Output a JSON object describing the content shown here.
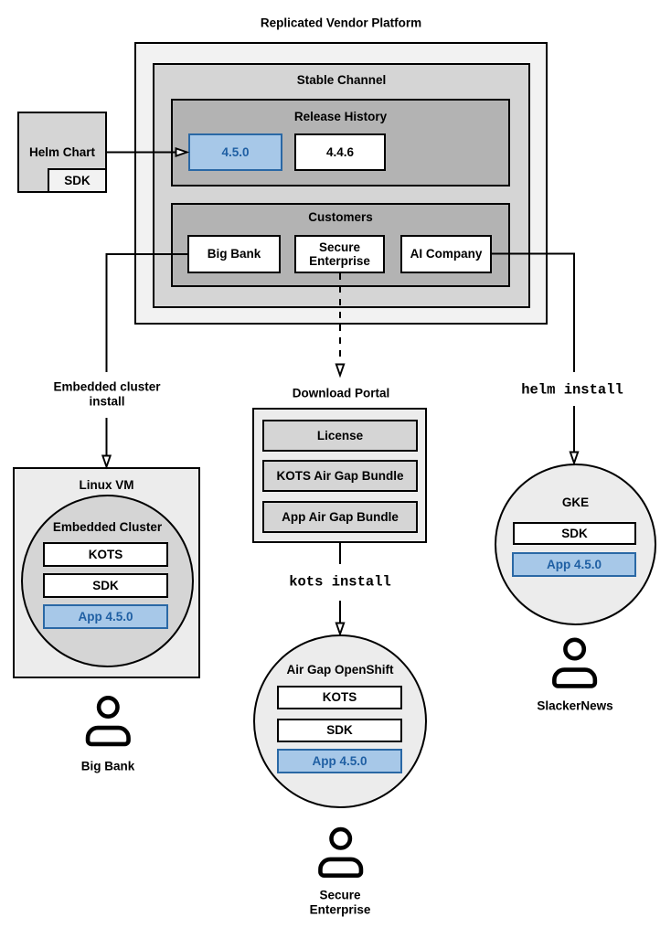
{
  "colors": {
    "blue-fill": "#a7c8e8",
    "blue-stroke": "#2a68a5",
    "blue-text": "#1f5fa3",
    "gray-lightest": "#f2f2f2",
    "gray-light": "#ececec",
    "gray-medium": "#d5d5d5",
    "gray-dark": "#b3b3b3",
    "stroke": "#000000"
  },
  "platform": {
    "title": "Replicated Vendor Platform",
    "stable_channel": {
      "label": "Stable Channel",
      "release_history": {
        "label": "Release History",
        "releases": [
          "4.5.0",
          "4.4.6"
        ]
      },
      "customers": {
        "label": "Customers",
        "items": [
          "Big Bank",
          "Secure Enterprise",
          "AI Company"
        ]
      }
    }
  },
  "helm_chart": {
    "label": "Helm Chart",
    "sdk": "SDK"
  },
  "edges": {
    "embedded_install": "Embedded cluster install",
    "kots_install": "kots install",
    "helm_install": "helm install"
  },
  "linux_vm": {
    "label": "Linux VM",
    "embedded_cluster": {
      "label": "Embedded Cluster",
      "components": [
        "KOTS",
        "SDK",
        "App 4.5.0"
      ]
    },
    "user": "Big Bank"
  },
  "download_portal": {
    "label": "Download Portal",
    "items": [
      "License",
      "KOTS Air Gap Bundle",
      "App Air Gap Bundle"
    ]
  },
  "openshift": {
    "label": "Air Gap OpenShift",
    "components": [
      "KOTS",
      "SDK",
      "App 4.5.0"
    ],
    "user": "Secure Enterprise"
  },
  "gke": {
    "label": "GKE",
    "components": [
      "SDK",
      "App 4.5.0"
    ],
    "user": "SlackerNews"
  }
}
